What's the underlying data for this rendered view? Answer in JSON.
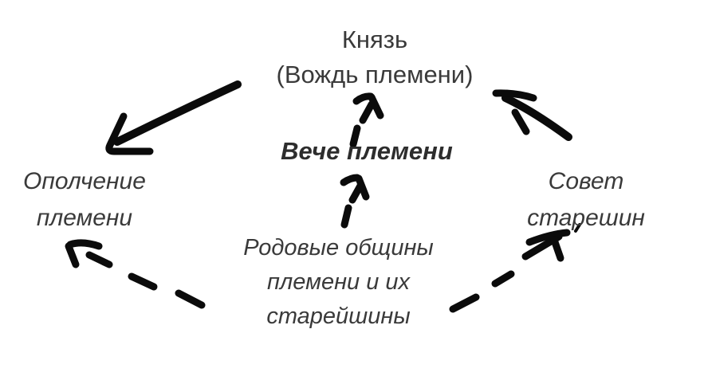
{
  "colors": {
    "background": "#ffffff",
    "text": "#3a3a3a",
    "text_bold": "#2d2d2d",
    "arrow": "#0b0b0b"
  },
  "nodes": {
    "prince": {
      "line1": "Князь",
      "line2": "(Вождь племени)"
    },
    "veche": {
      "label": "Вече племени"
    },
    "militia": {
      "line1": "Ополчение",
      "line2": "племени"
    },
    "council": {
      "line1": "Совет",
      "line2": "старешин"
    },
    "communities": {
      "line1": "Родовые общины",
      "line2": "племени и их",
      "line3": "старейшины"
    }
  },
  "arrows": [
    {
      "id": "solid-arrow-center-to-militia",
      "style": "solid",
      "direction": "down-left",
      "from": "center-top",
      "to": "militia"
    },
    {
      "id": "solid-arrow-council-to-prince",
      "style": "solid",
      "direction": "up-left",
      "from": "council",
      "to": "prince"
    },
    {
      "id": "dashed-arrow-veche-to-prince",
      "style": "dashed",
      "direction": "up",
      "from": "veche",
      "to": "prince"
    },
    {
      "id": "dashed-arrow-communities-to-veche",
      "style": "dashed",
      "direction": "up",
      "from": "communities",
      "to": "veche"
    },
    {
      "id": "dashed-arrow-communities-to-militia",
      "style": "dashed",
      "direction": "up-left",
      "from": "communities",
      "to": "militia"
    },
    {
      "id": "dashed-arrow-communities-to-council",
      "style": "dashed",
      "direction": "up-right",
      "from": "communities",
      "to": "council"
    }
  ]
}
